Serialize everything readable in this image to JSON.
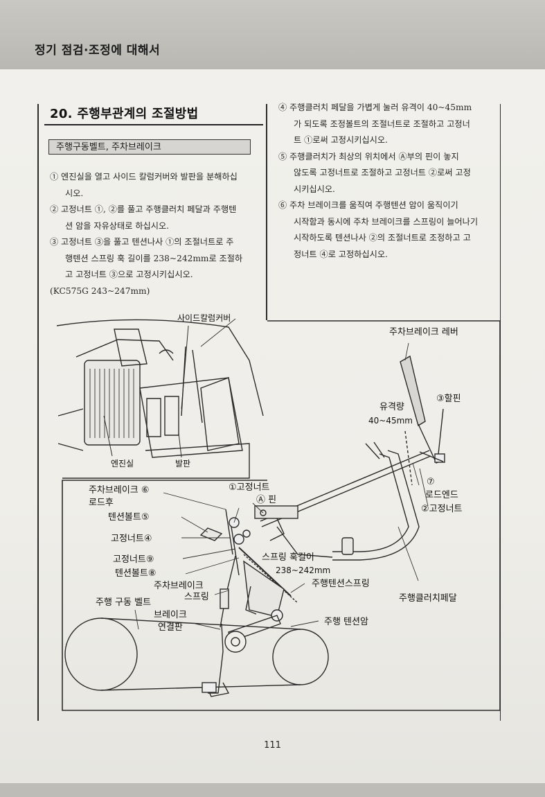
{
  "header": {
    "title": "정기 점검·조정에 대해서"
  },
  "section": {
    "title": "20. 주행부관계의 조절방법",
    "subheading": "주행구동벨트, 주차브레이크"
  },
  "left_steps": [
    {
      "line1": "① 엔진실을 열고 사이드 칼럼커버와 발판을 분해하십",
      "line2": "시오."
    },
    {
      "line1": "② 고정너트 ①, ②를 풀고 주행클러치 페달과 주행텐",
      "line2": "션 암을 자유상태로 하십시오."
    },
    {
      "line1": "③ 고정너트 ③을 풀고 텐션나사 ①의 조절너트로 주",
      "line2": "행텐션 스프링 훅 길이를 238~242mm로 조절하",
      "line3": "고 고정너트 ③으로 고정시키십시오."
    }
  ],
  "left_note": "(KC575G 243~247mm)",
  "right_steps": [
    {
      "line1": "④ 주행클러치 페달을 가볍게 눌러 유격이 40~45mm",
      "line2": "가 되도록 조정볼트의 조절너트로 조절하고 고정너",
      "line3": "트 ①로써 고정시키십시오."
    },
    {
      "line1": "⑤ 주행클러치가 최상의 위치에서 Ⓐ부의 핀이 놓지",
      "line2": "않도록 고정너트로 조절하고 고정너트 ②로써 고정",
      "line3": "시키십시오."
    },
    {
      "line1": "⑥ 주차 브레이크를 움직여 주행텐션 암이 움직이기",
      "line2": "시작함과 동시에 주차 브레이크를 스프링이 늘어나기",
      "line3": "시작하도록 텐션나사 ②의 조절너트로 조정하고 고",
      "line4": "정너트 ④로 고정하십시오."
    }
  ],
  "figure": {
    "side_column_cover": "사이드칼럼커버",
    "engine_room": "엔진실",
    "footboard": "발판",
    "parking_brake_lever": "주차브레이크 레버",
    "free_play": "유격량",
    "free_play_value": "40~45mm",
    "split_pin": "③할핀",
    "parking_brake_rod_line1": "주차브레이크 ⑥",
    "parking_brake_rod_line2": "로드후",
    "lock_nut_1": "①고정너트",
    "pin_a": "Ⓐ 핀",
    "rod_end_num": "⑦",
    "rod_end": "로드엔드",
    "lock_nut_2": "②고정너트",
    "tension_bolt_5": "텐션볼트⑤",
    "lock_nut_4": "고정너트④",
    "lock_nut_9": "고정너트⑨",
    "tension_bolt_8": "텐션볼트⑧",
    "spring_hook_length": "스프링 훅길이",
    "spring_hook_value": "238~242mm",
    "drive_tension_spring": "주행텐션스프링",
    "parking_brake_spring_line1": "주차브레이크",
    "parking_brake_spring_line2": "스프링",
    "drive_belt": "주행 구동 벨트",
    "brake_link_line1": "브레이크",
    "brake_link_line2": "연결판",
    "drive_clutch_pedal": "주행클러치페달",
    "drive_tension_arm": "주행 텐션암"
  },
  "page_number": "111"
}
